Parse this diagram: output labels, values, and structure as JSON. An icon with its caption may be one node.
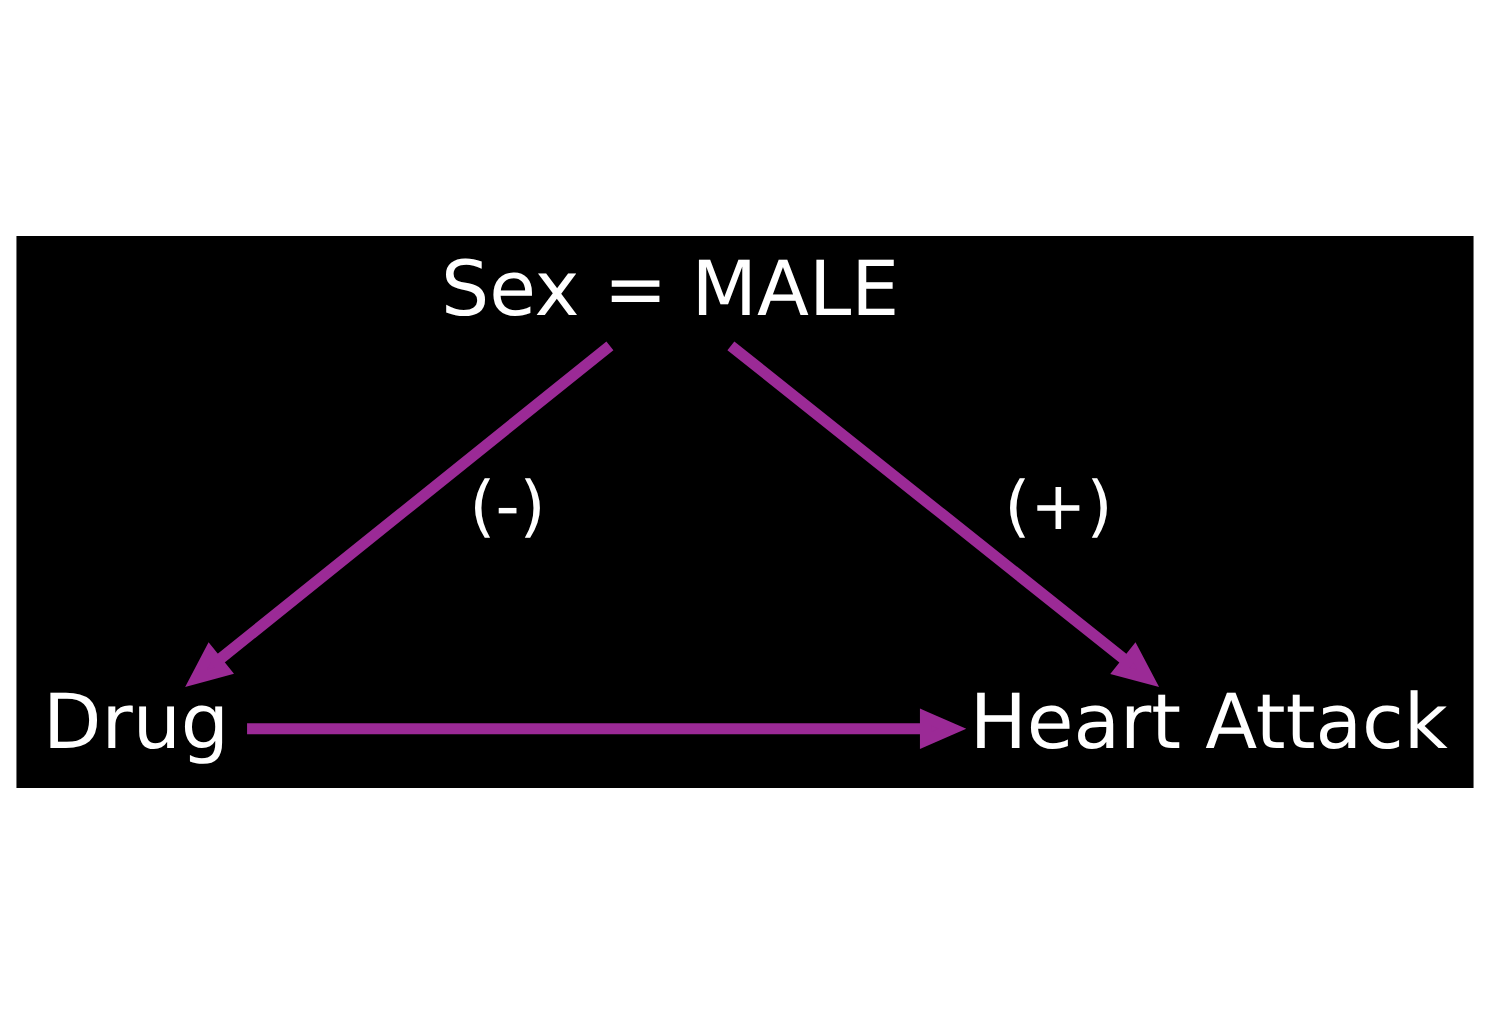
{
  "diagram": {
    "nodes": [
      {
        "text": [
          "Sex = MALE"
        ]
      },
      {
        "text": [
          "Drug"
        ]
      },
      {
        "text": [
          "Heart Attack"
        ]
      }
    ],
    "edges": [
      {
        "from": 0,
        "to": 1,
        "arrow": "to",
        "label": "(-)"
      },
      {
        "from": 0,
        "to": 2,
        "arrow": "to",
        "label": "(+)"
      },
      {
        "from": 1,
        "to": 2,
        "arrow": "to"
      }
    ]
  }
}
